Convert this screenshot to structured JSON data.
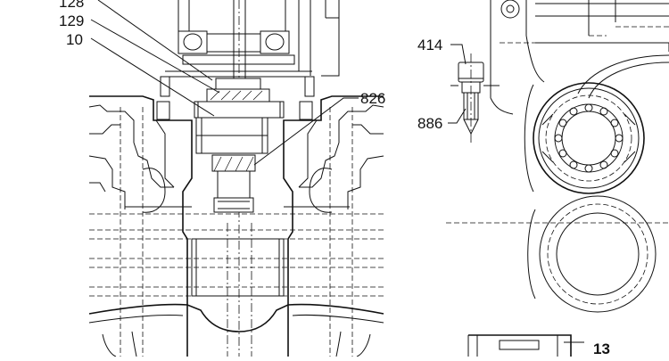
{
  "callouts": {
    "c128": "128",
    "c129": "129",
    "c10": "10",
    "c826": "826",
    "c414": "414",
    "c886": "886",
    "c13": "13"
  }
}
